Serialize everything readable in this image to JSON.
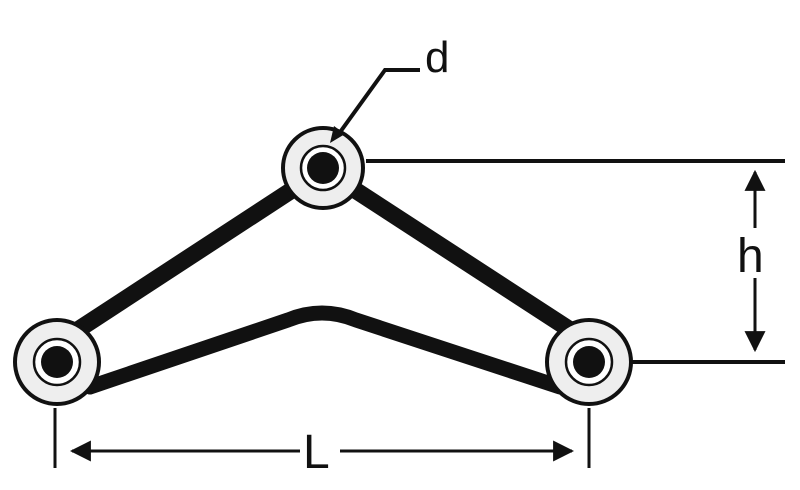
{
  "labels": {
    "diameter": "d",
    "height": "h",
    "length": "L"
  },
  "colors": {
    "line": "#111111",
    "bushing_fill": "#eeeeee",
    "background": "#ffffff"
  }
}
